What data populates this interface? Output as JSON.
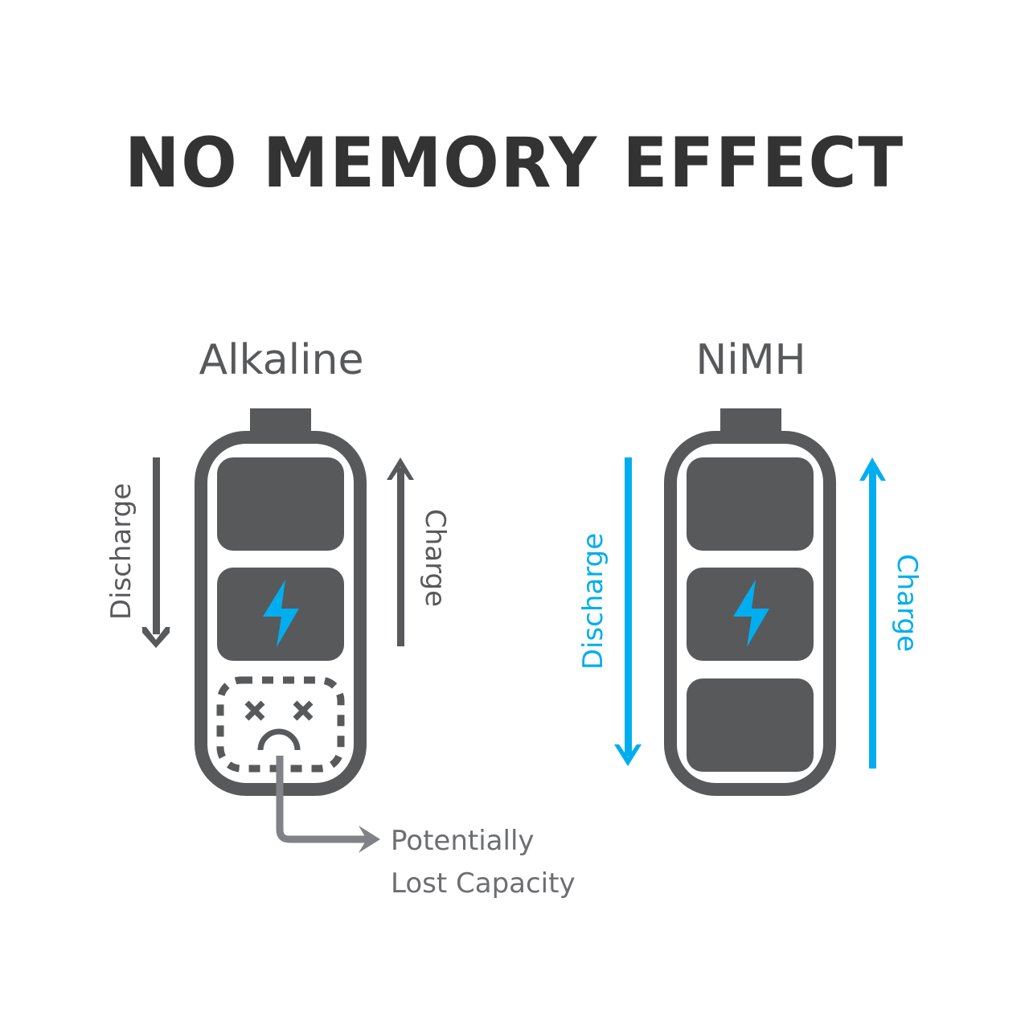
{
  "title": "NO MEMORY EFFECT",
  "colors": {
    "battery_gray": "#58595b",
    "accent_blue": "#00aeef",
    "callout_gray": "#808285",
    "title_dark": "#333333",
    "background": "#ffffff"
  },
  "panels": [
    {
      "heading": "Alkaline",
      "discharge_label": "Discharge",
      "charge_label": "Charge",
      "arrow_color": "gray",
      "cells": [
        "full",
        "full-with-bolt",
        "lost-dashed-sad-face"
      ]
    },
    {
      "heading": "NiMH",
      "discharge_label": "Discharge",
      "charge_label": "Charge",
      "arrow_color": "blue",
      "cells": [
        "full",
        "full-with-bolt",
        "full"
      ]
    }
  ],
  "callout": {
    "line1": "Potentially",
    "line2": "Lost Capacity"
  },
  "icons": {
    "bolt": "lightning-bolt-icon",
    "sad_face": "sad-face-icon",
    "arrow_down": "arrow-down-icon",
    "arrow_up": "arrow-up-icon",
    "callout_arrow": "elbow-arrow-right-icon"
  }
}
